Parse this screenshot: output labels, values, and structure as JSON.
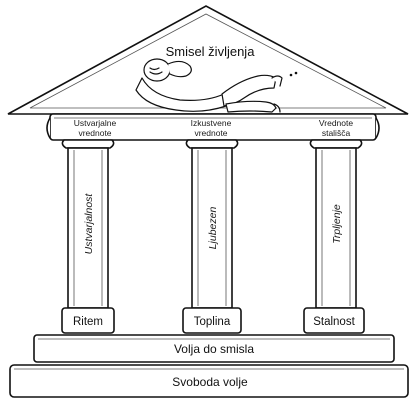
{
  "roof": {
    "title": "Smisel življenja"
  },
  "architrave": {
    "labels": [
      {
        "line1": "Ustvarjalne",
        "line2": "vrednote"
      },
      {
        "line1": "Izkustvene",
        "line2": "vrednote"
      },
      {
        "line1": "Vrednote",
        "line2": "stališča"
      }
    ]
  },
  "columns": [
    {
      "shaft_label": "Ustvarjalnost",
      "base_label": "Ritem"
    },
    {
      "shaft_label": "Ljubezen",
      "base_label": "Toplina"
    },
    {
      "shaft_label": "Trpljenje",
      "base_label": "Stalnost"
    }
  ],
  "steps": {
    "upper": "Volja do smisla",
    "lower": "Svoboda volje"
  },
  "colors": {
    "line": "#111111",
    "fill": "#ffffff"
  }
}
